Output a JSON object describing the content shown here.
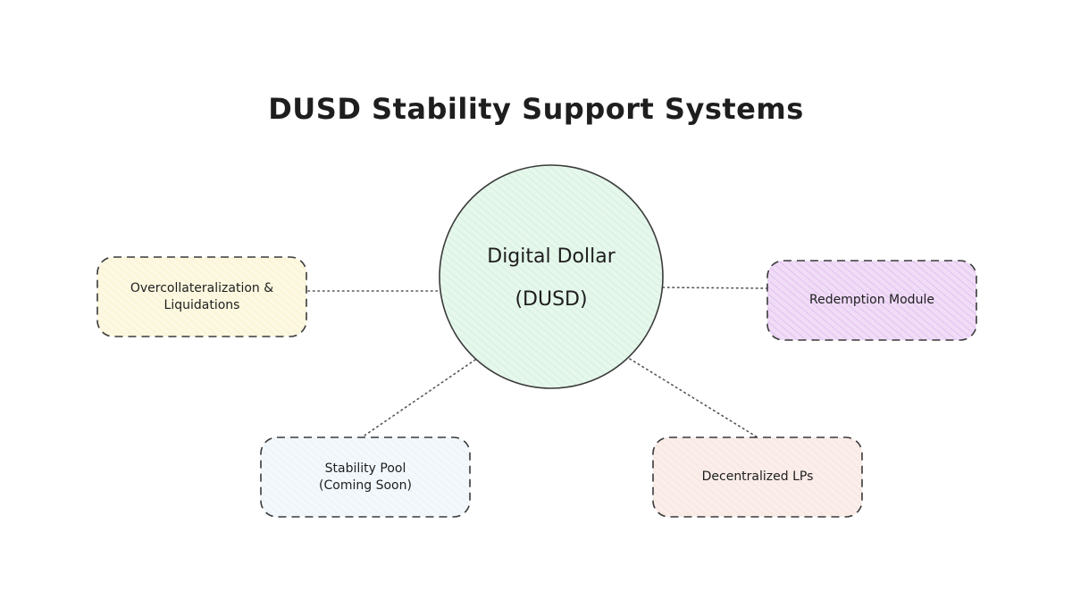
{
  "title": "DUSD Stability Support Systems",
  "center": {
    "line1": "Digital Dollar",
    "line2": "(DUSD)",
    "fill": "#e6f7ec"
  },
  "nodes": [
    {
      "id": "overcollateralization",
      "line1": "Overcollateralization &",
      "line2": "Liquidations",
      "fill": "#fdf8e1"
    },
    {
      "id": "redemption",
      "line1": "Redemption Module",
      "line2": "",
      "fill": "#f0dcf7"
    },
    {
      "id": "stability-pool",
      "line1": "Stability Pool",
      "line2": "(Coming Soon)",
      "fill": "#f3f8fc"
    },
    {
      "id": "decentralized-lps",
      "line1": "Decentralized LPs",
      "line2": "",
      "fill": "#fbeeea"
    }
  ],
  "colors": {
    "stroke": "#3a3a3a",
    "connector": "#555555"
  }
}
